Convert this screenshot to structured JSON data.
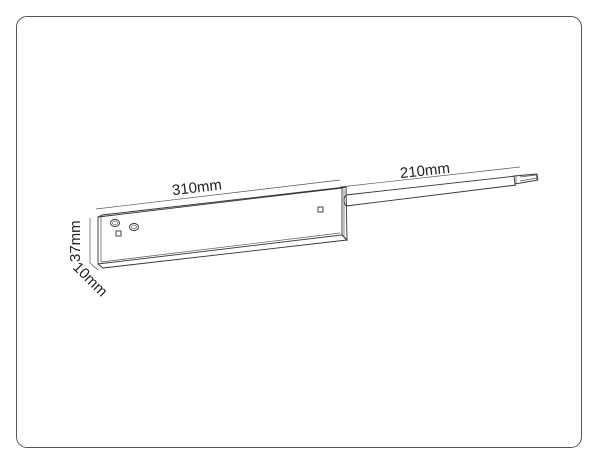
{
  "drawing": {
    "subject": "linear track connector with lead wire",
    "dimensions": {
      "length_body": "310mm",
      "length_wire": "210mm",
      "height": "37mm",
      "depth": "10mm"
    }
  },
  "colors": {
    "line": "#333333",
    "frame": "#555555",
    "background": "#ffffff"
  }
}
